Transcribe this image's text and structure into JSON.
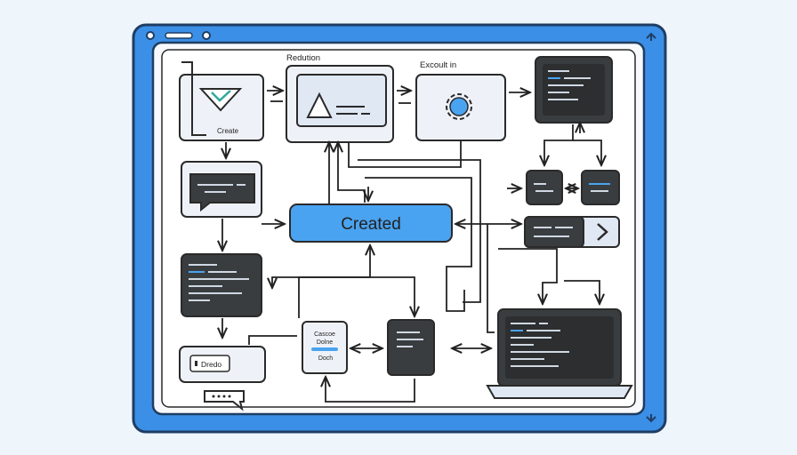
{
  "window": {
    "title_dots": 3,
    "corner_arrow": "up-arrow-icon"
  },
  "labels": {
    "top_left_caption": "Redution",
    "top_middle_caption": "Excoult in",
    "create_label": "Create",
    "created_button": "Created",
    "cascade_line1": "Cascoe",
    "cascade_line2": "Dolne",
    "cascade_line3": "Doch",
    "dredo_label": "Dredo"
  },
  "colors": {
    "frame_blue": "#3b8fe6",
    "accent_blue": "#4aa3f0",
    "panel_dark": "#3a3d3f",
    "panel_light": "#e9eef5",
    "stroke": "#2a2a2a"
  }
}
